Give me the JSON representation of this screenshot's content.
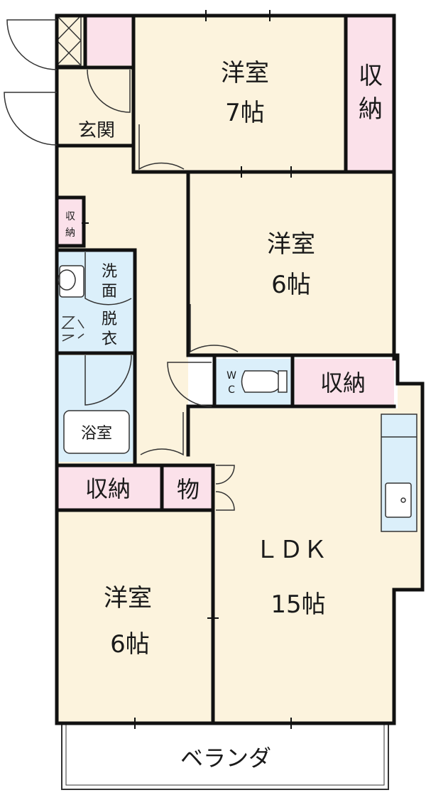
{
  "colors": {
    "room": "#fcf3dd",
    "storage": "#fbe1ea",
    "wet": "#dbeffa",
    "wall": "#111111",
    "door": "#333333",
    "balcony": "#ffffff"
  },
  "rooms": {
    "western_7": {
      "name": "洋室",
      "size": "7帖"
    },
    "western_6_upper": {
      "name": "洋室",
      "size": "6帖"
    },
    "western_6_lower": {
      "name": "洋室",
      "size": "6帖"
    },
    "ldk": {
      "name": "ＬＤＫ",
      "size": "15帖"
    },
    "entrance": "玄関",
    "storage_7": [
      "収",
      "納"
    ],
    "storage_small": [
      "収",
      "納"
    ],
    "storage_wc": "収納",
    "storage_lower": "収納",
    "mono": "物",
    "washroom": [
      "洗",
      "面",
      "脱",
      "衣"
    ],
    "bath": "浴室",
    "wc": [
      "W",
      "C"
    ],
    "balcony": "ベランダ"
  }
}
